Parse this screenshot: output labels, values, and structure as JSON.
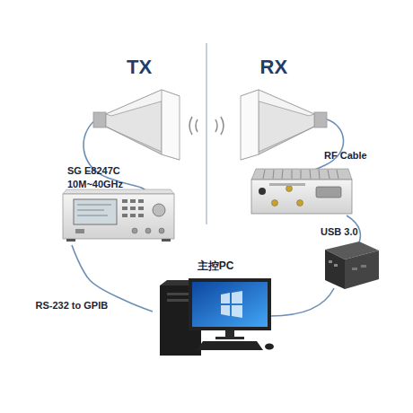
{
  "diagram": {
    "nodes": [
      {
        "text": [
          "SG E8247C 10M~40GHz"
        ]
      },
      {
        "text": [
          "主控PC"
        ]
      }
    ],
    "edges": [
      {
        "from": 0,
        "to": 1,
        "arrow": "none",
        "label": "RS-232 to GPIB"
      }
    ],
    "labels": [
      "TX",
      "RX",
      "RF Cable",
      "USB 3.0"
    ]
  }
}
